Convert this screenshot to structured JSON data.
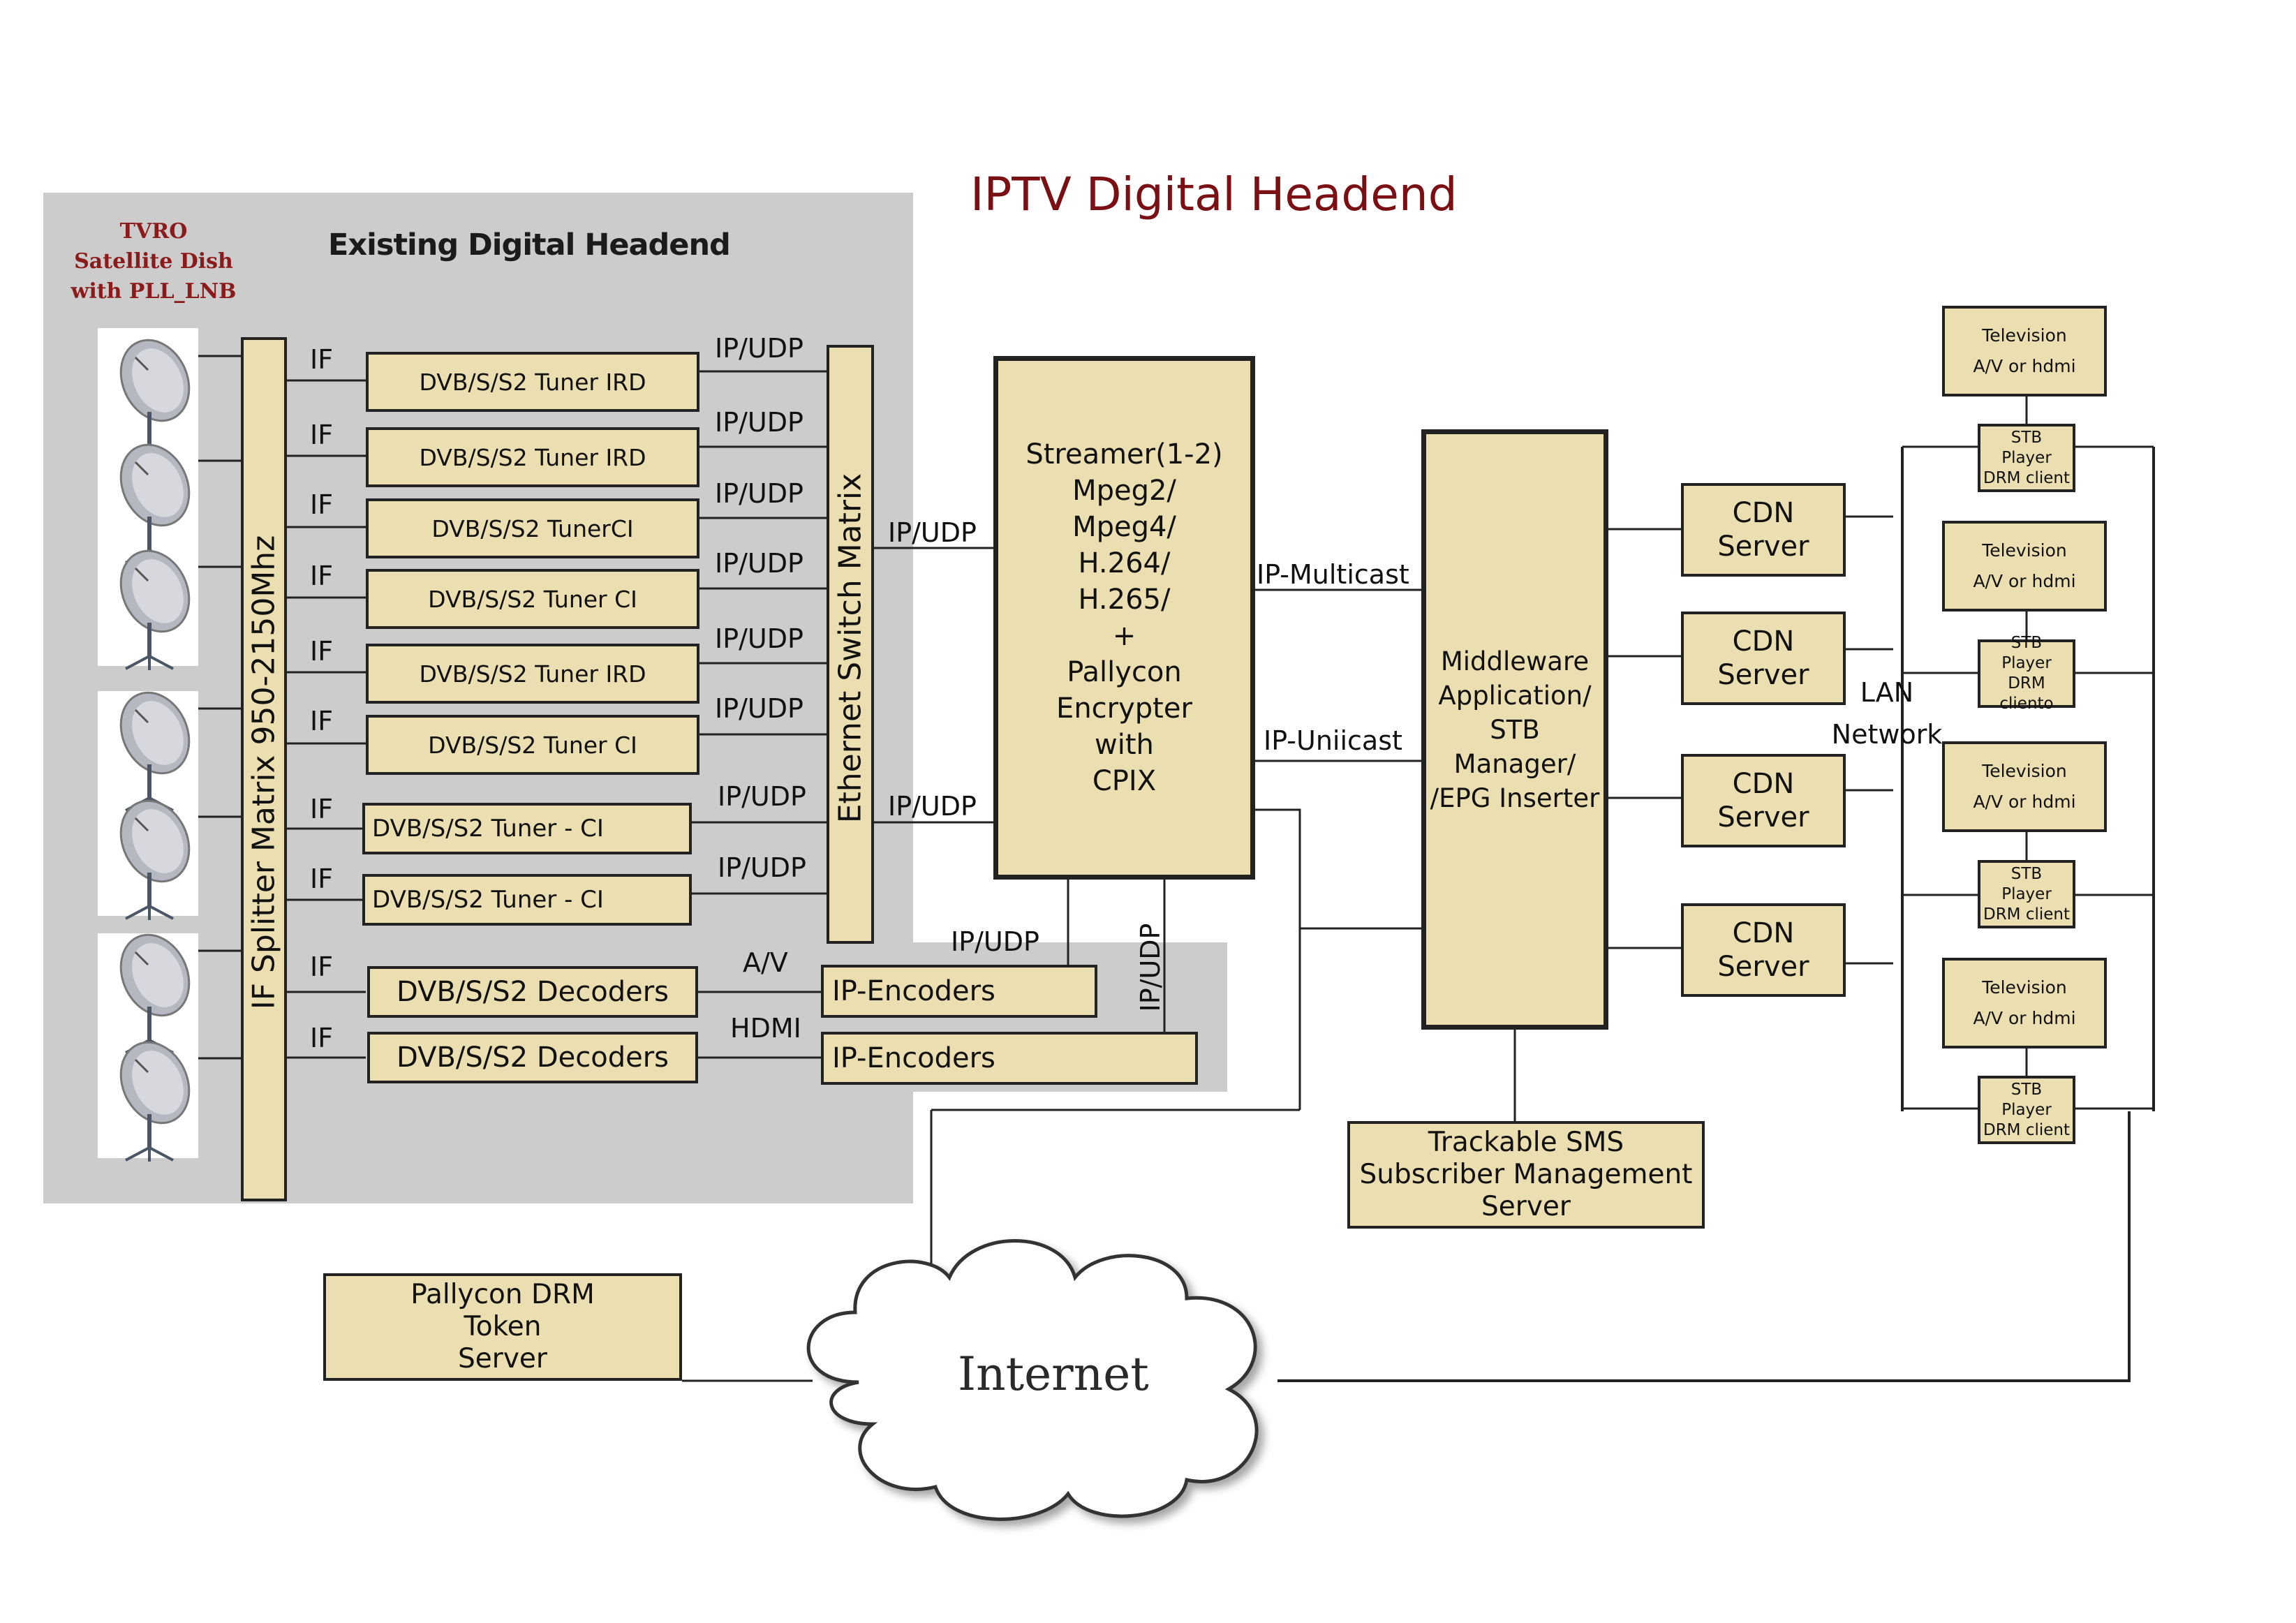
{
  "title": "IPTV Digital Headend",
  "tvro_label": "TVRO\nSatellite Dish\nwith  PLL_LNB",
  "existing_label": "Existing Digital Headend",
  "if_splitter": "IF Splitter Matrix 950-2150Mhz",
  "ethernet_switch": "Ethernet Switch Matrix",
  "if_label": "IF",
  "ipudp_label": "IP/UDP",
  "tuners": [
    "DVB/S/S2  Tuner IRD",
    "DVB/S/S2  Tuner IRD",
    "DVB/S/S2  TunerCI",
    "DVB/S/S2  Tuner CI",
    "DVB/S/S2 Tuner IRD",
    "DVB/S/S2 Tuner CI",
    "DVB/S/S2 Tuner - CI",
    "DVB/S/S2 Tuner - CI"
  ],
  "decoders": [
    "DVB/S/S2 Decoders",
    "DVB/S/S2 Decoders"
  ],
  "av_label": "A/V",
  "hdmi_label": "HDMI",
  "encoders": [
    "IP-Encoders",
    "IP-Encoders"
  ],
  "streamer": "Streamer(1-2)\nMpeg2/\nMpeg4/\nH.264/\nH.265/\n+\nPallycon\nEncrypter\nwith\nCPIX",
  "ip_multicast": "IP-Multicast",
  "ip_unicast": "IP-Uniicast",
  "middleware": "Middleware\nApplication/\nSTB\nManager/\n/EPG Inserter",
  "cdn_servers": [
    "CDN\nServer",
    "CDN\nServer",
    "CDN\nServer",
    "CDN\nServer"
  ],
  "lan_network": "LAN\nNetwork",
  "televisions": [
    "Television\n\nA/V or hdmi",
    "Television\n\nA/V or hdmi",
    "Television\n\nA/V or hdmi",
    "Television\n\nA/V or hdmi"
  ],
  "stbs": [
    "STB\nPlayer\nDRM client",
    "STB\nPlayer\nDRM cliento",
    "STB\nPlayer\nDRM client",
    "STB\nPlayer\nDRM client"
  ],
  "sms_server": "Trackable SMS\nSubscriber Management\nServer",
  "drm_server": "Pallycon DRM\nToken\nServer",
  "internet": "Internet",
  "colors": {
    "title": "#7a0f14",
    "tvro": "#8b1a1a",
    "box_fill": "#ebdeb0",
    "panel_gray": "#cccccc"
  }
}
